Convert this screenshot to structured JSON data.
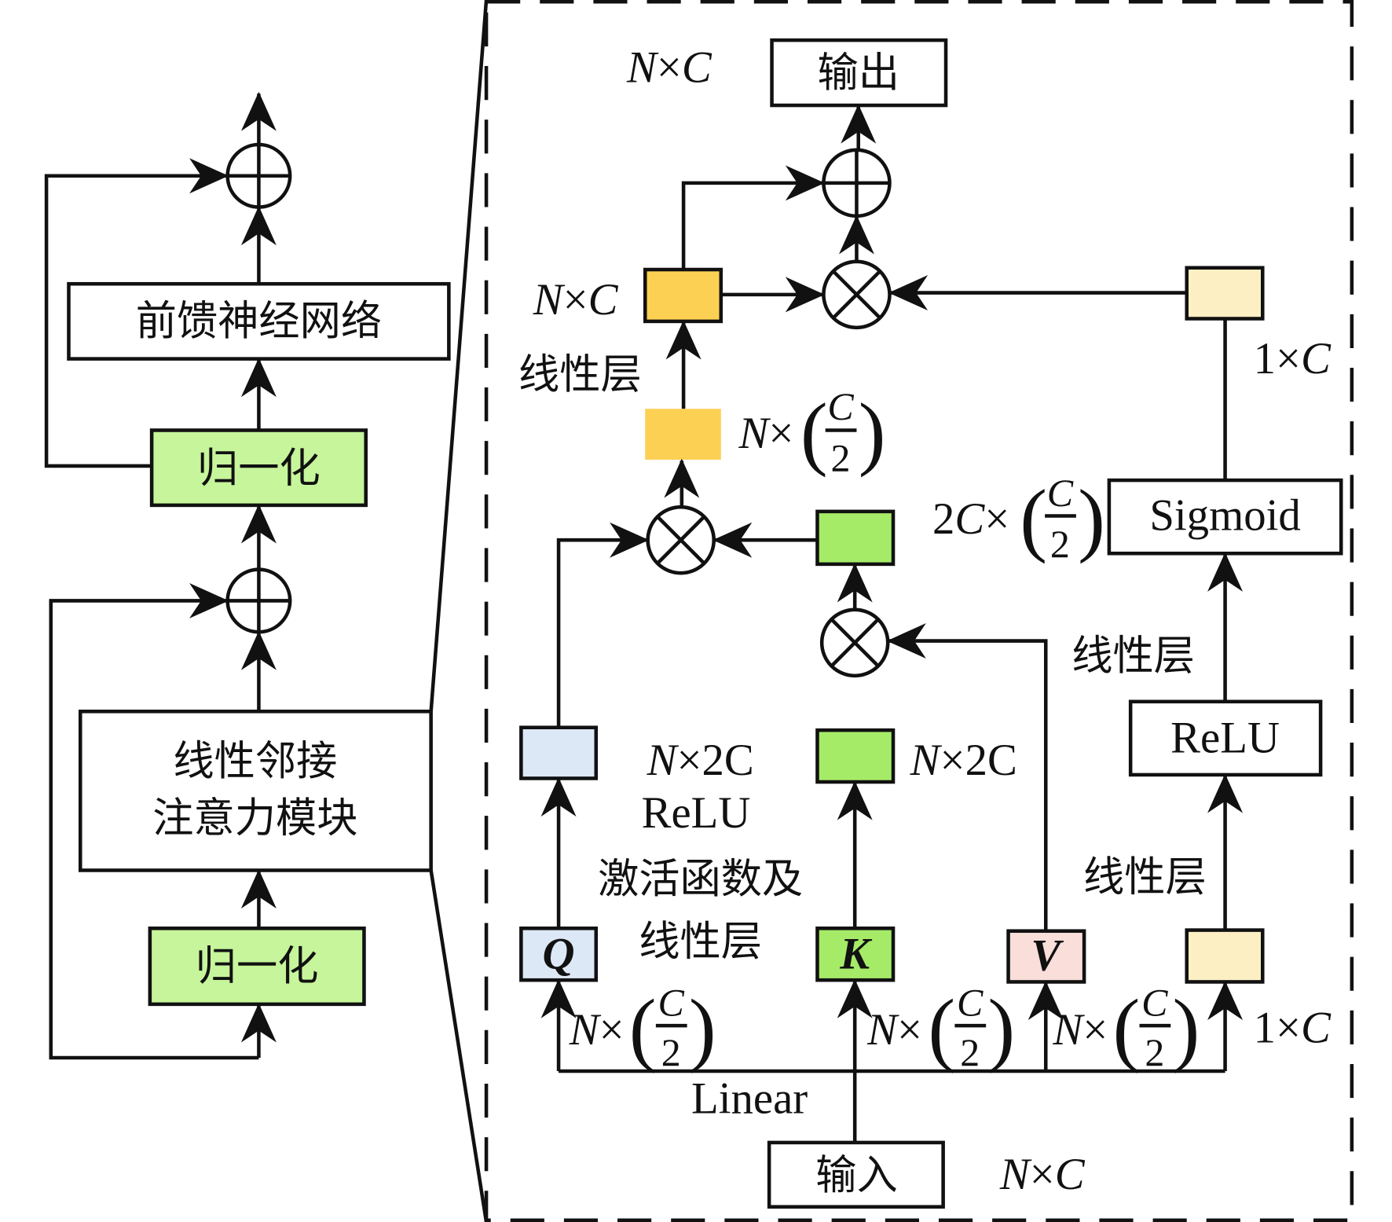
{
  "title": "Linear adjacency attention block diagram",
  "colors": {
    "norm_green": "#C6F59B",
    "bright_green": "#A6EB68",
    "light_blue": "#DDE8F6",
    "pink": "#FADED9",
    "light_yellow": "#FCEFC4",
    "yellow": "#FCD053",
    "line": "#111111"
  },
  "left_panel": {
    "ffn_label": "前馈神经网络",
    "norm_top_label": "归一化",
    "norm_bottom_label": "归一化",
    "attention_line1": "线性邻接",
    "attention_line2": "注意力模块",
    "add_symbol": "⊕"
  },
  "detail_panel": {
    "output_label": "输出",
    "input_label": "输入",
    "sigmoid_label": "Sigmoid",
    "relu_box_label": "ReLU",
    "q_label": "Q",
    "k_label": "K",
    "v_label": "V",
    "linear_label": "Linear",
    "linear_layer_label": "线性层",
    "relu_note": {
      "line1": "ReLU",
      "line2": "激活函数及",
      "line3": "线性层"
    },
    "dims": {
      "N": "N",
      "C": "C",
      "times": "×",
      "two": "2",
      "one": "1",
      "two_C": "2C",
      "lparen": "(",
      "rparen": ")"
    },
    "dim_labels": {
      "output": "N×C",
      "yellow_out": "N×C",
      "yellow_mid": "N×(C/2)",
      "sigmoid_in": "2C×(C/2)",
      "gate_out": "1×C",
      "q_proj": "N×2C",
      "k_proj": "N×2C",
      "q_in": "N×(C/2)",
      "k_in": "N×(C/2)",
      "v_in": "N×(C/2)",
      "gate_in": "1×C",
      "input": "N×C"
    }
  }
}
